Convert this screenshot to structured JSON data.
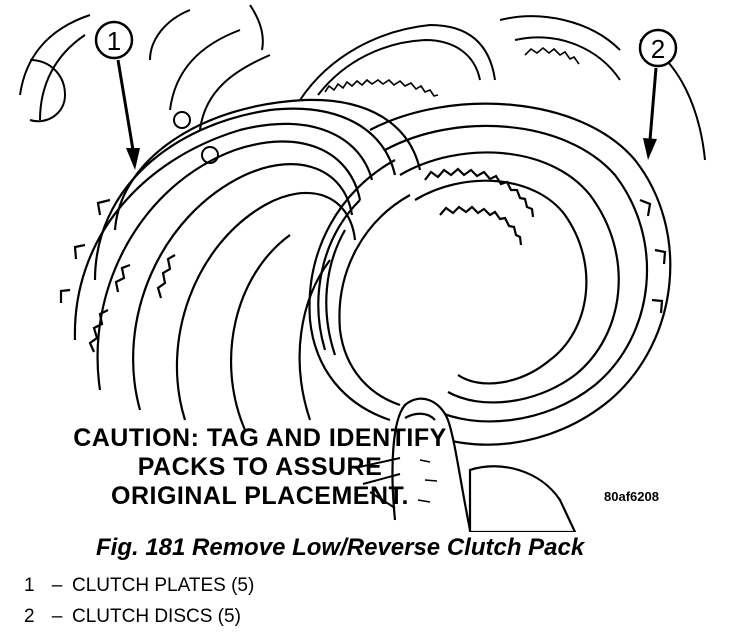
{
  "callouts": [
    "1",
    "2"
  ],
  "caution": [
    "CAUTION: TAG AND IDENTIFY",
    "PACKS TO ASSURE",
    "ORIGINAL PLACEMENT."
  ],
  "figure_code": "80af6208",
  "caption": "Fig. 181 Remove Low/Reverse Clutch Pack",
  "legend": [
    {
      "num": "1",
      "dash": "–",
      "text": "CLUTCH PLATES (5)"
    },
    {
      "num": "2",
      "dash": "–",
      "text": "CLUTCH DISCS (5)"
    }
  ]
}
